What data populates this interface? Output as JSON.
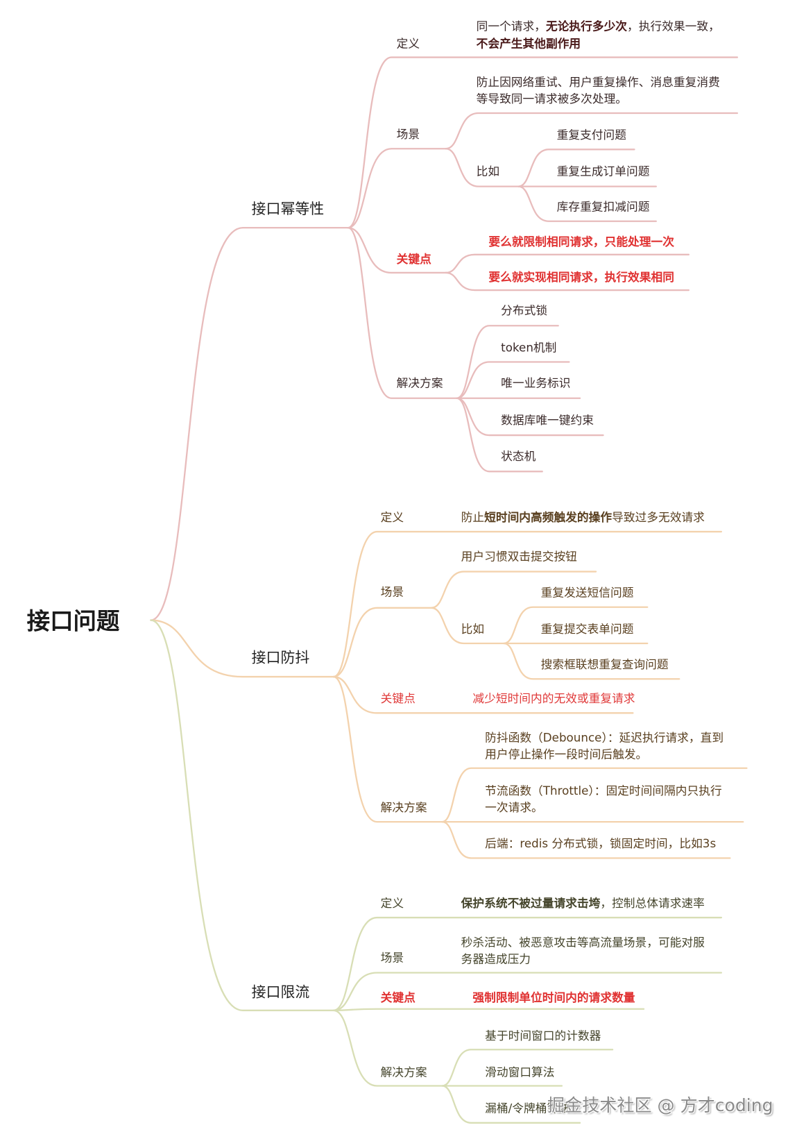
{
  "root": "接口问题",
  "colors": {
    "idempotency": "#e8bcbc",
    "debounce": "#f3d2ad",
    "rate_limit": "#d8deb5",
    "key_point": "#e03a3a"
  },
  "branches": [
    {
      "title": "接口幂等性",
      "definition": {
        "label": "定义",
        "parts": [
          "同一个请求，",
          "无论执行多少次",
          "，执行效果一致，",
          "不会产生其他副作用"
        ]
      },
      "scenario": {
        "label": "场景",
        "text": [
          "防止因网络重试、用户重复操作、消息重复消费",
          "等导致同一请求被多次处理。"
        ],
        "examples_label": "比如",
        "examples": [
          "重复支付问题",
          "重复生成订单问题",
          "库存重复扣减问题"
        ]
      },
      "key_point": {
        "label": "关键点",
        "items": [
          "要么就限制相同请求，只能处理一次",
          "要么就实现相同请求，执行效果相同"
        ]
      },
      "solution": {
        "label": "解决方案",
        "items": [
          "分布式锁",
          "token机制",
          "唯一业务标识",
          "数据库唯一键约束",
          "状态机"
        ]
      }
    },
    {
      "title": "接口防抖",
      "definition": {
        "label": "定义",
        "parts": [
          "防止",
          "短时间内高频触发的操作",
          "导致过多无效请求"
        ]
      },
      "scenario": {
        "label": "场景",
        "text": [
          "用户习惯双击提交按钮"
        ],
        "examples_label": "比如",
        "examples": [
          "重复发送短信问题",
          "重复提交表单问题",
          "搜索框联想重复查询问题"
        ]
      },
      "key_point": {
        "label": "关键点",
        "items": [
          "减少短时间内的无效或重复请求"
        ]
      },
      "solution": {
        "label": "解决方案",
        "items": [
          [
            "防抖函数（Debounce）：延迟执行请求，直到",
            "用户停止操作一段时间后触发。"
          ],
          [
            "节流函数（Throttle）：固定时间间隔内只执行",
            "一次请求。"
          ],
          [
            "后端：redis 分布式锁，锁固定时间，比如3s"
          ]
        ]
      }
    },
    {
      "title": "接口限流",
      "definition": {
        "label": "定义",
        "parts": [
          "保护系统不被过量请求击垮",
          "，控制总体请求速率"
        ]
      },
      "scenario": {
        "label": "场景",
        "text": [
          "秒杀活动、被恶意攻击等高流量场景，可能对服",
          "务器造成压力"
        ]
      },
      "key_point": {
        "label": "关键点",
        "items": [
          "强制限制单位时间内的请求数量"
        ]
      },
      "solution": {
        "label": "解决方案",
        "items": [
          "基于时间窗口的计数器",
          "滑动窗口算法",
          "漏桶/令牌桶算法"
        ]
      }
    }
  ],
  "watermark": "掘金技术社区 @ 方才coding"
}
